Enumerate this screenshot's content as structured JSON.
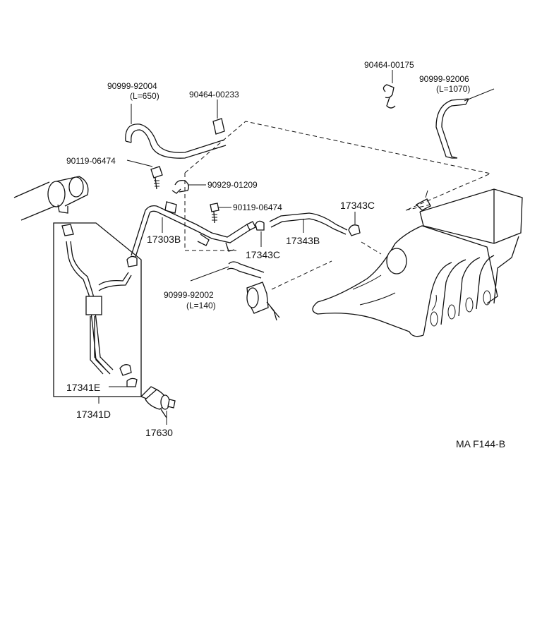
{
  "diagram_id": "MA F144-B",
  "parts": {
    "hose_92004": {
      "number": "90999-92004",
      "length": "(L=650)"
    },
    "clip_00233": {
      "number": "90464-00233"
    },
    "bolt_06474_a": {
      "number": "90119-06474"
    },
    "clamp_01209": {
      "number": "90929-01209"
    },
    "bolt_06474_b": {
      "number": "90119-06474"
    },
    "pipe_17303b": {
      "number": "17303B"
    },
    "clip_17343c_a": {
      "number": "17343C"
    },
    "hose_17343b": {
      "number": "17343B"
    },
    "clip_17343c_b": {
      "number": "17343C"
    },
    "clip_00175": {
      "number": "90464-00175"
    },
    "hose_92006": {
      "number": "90999-92006",
      "length": "(L=1070)"
    },
    "hose_92002": {
      "number": "90999-92002",
      "length": "(L=140)"
    },
    "hose_17341e": {
      "number": "17341E"
    },
    "assy_17341d": {
      "number": "17341D"
    },
    "vsv_17630": {
      "number": "17630"
    }
  }
}
